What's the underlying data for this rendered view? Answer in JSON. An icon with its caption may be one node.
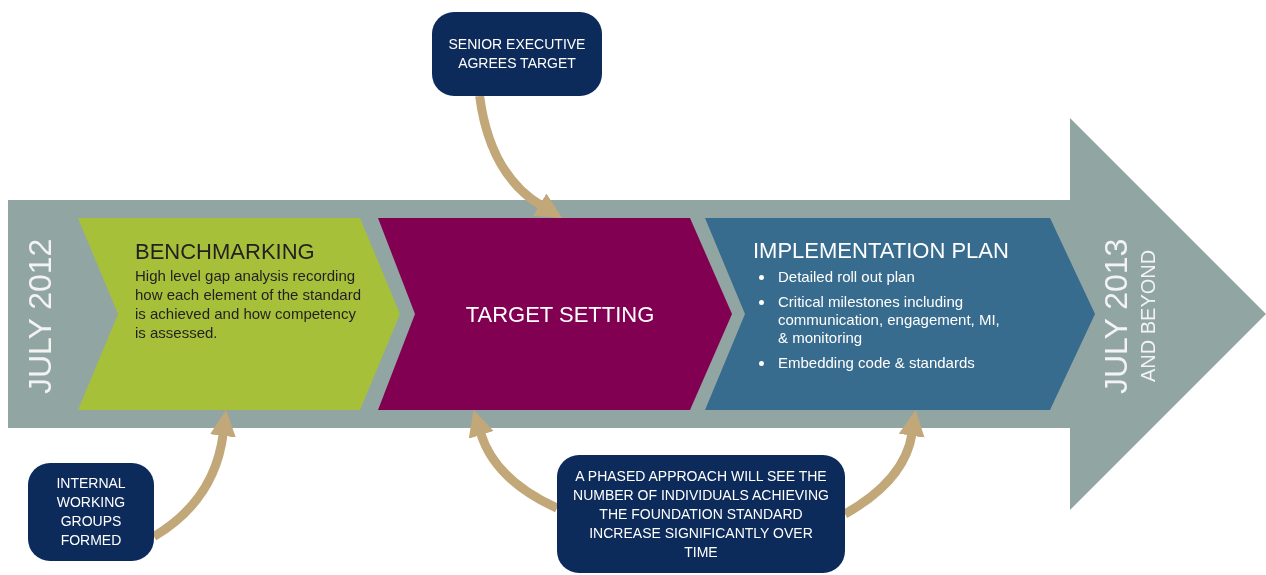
{
  "diagram": {
    "nodes": [
      {
        "text": [
          "JULY 2012",
          "JULY 2013",
          "AND BEYOND"
        ]
      },
      {
        "text": [
          "BENCHMARKING",
          "High level gap analysis recording how each element of the standard is achieved and how competency is assessed."
        ],
        "in": 0
      },
      {
        "text": [
          "TARGET SETTING"
        ],
        "in": 0
      },
      {
        "text": [
          "IMPLEMENTATION PLAN",
          "Detailed roll out plan",
          "Critical milestones including communication, engagement, MI, & monitoring",
          "Embedding code & standards"
        ],
        "in": 0
      },
      {
        "text": [
          "SENIOR EXECUTIVE AGREES TARGET"
        ]
      },
      {
        "text": [
          "INTERNAL WORKING GROUPS FORMED"
        ]
      },
      {
        "text": [
          "A PHASED APPROACH WILL SEE THE NUMBER OF INDIVIDUALS ACHIEVING THE FOUNDATION STANDARD INCREASE SIGNIFICANTLY OVER TIME"
        ]
      }
    ],
    "edges": [
      {
        "from": 4,
        "to": 2,
        "arrow": "to"
      },
      {
        "from": 5,
        "to": 1,
        "arrow": "to"
      },
      {
        "from": 6,
        "to": 2,
        "arrow": "to"
      },
      {
        "from": 6,
        "to": 3,
        "arrow": "to"
      }
    ]
  }
}
